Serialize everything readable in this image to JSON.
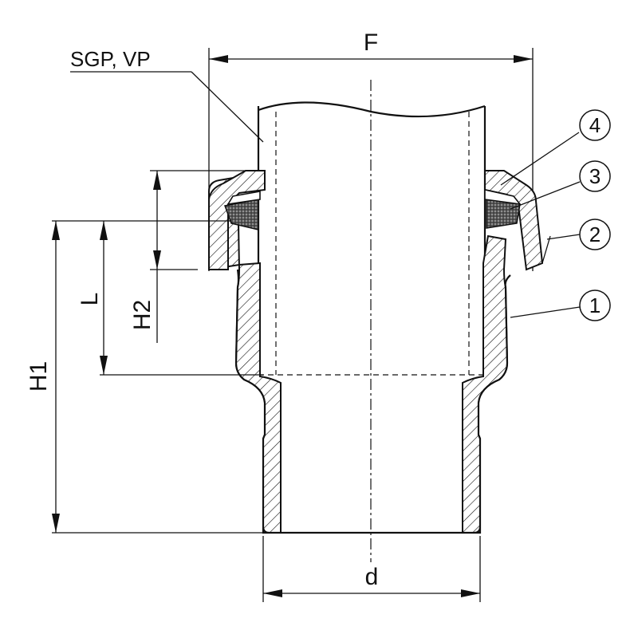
{
  "labels": {
    "pipe_type": "SGP, VP",
    "dim_F": "F",
    "dim_d": "d",
    "dim_L": "L",
    "dim_H1": "H1",
    "dim_H2": "H2"
  },
  "parts": [
    {
      "number": "1"
    },
    {
      "number": "2"
    },
    {
      "number": "3"
    },
    {
      "number": "4"
    }
  ]
}
